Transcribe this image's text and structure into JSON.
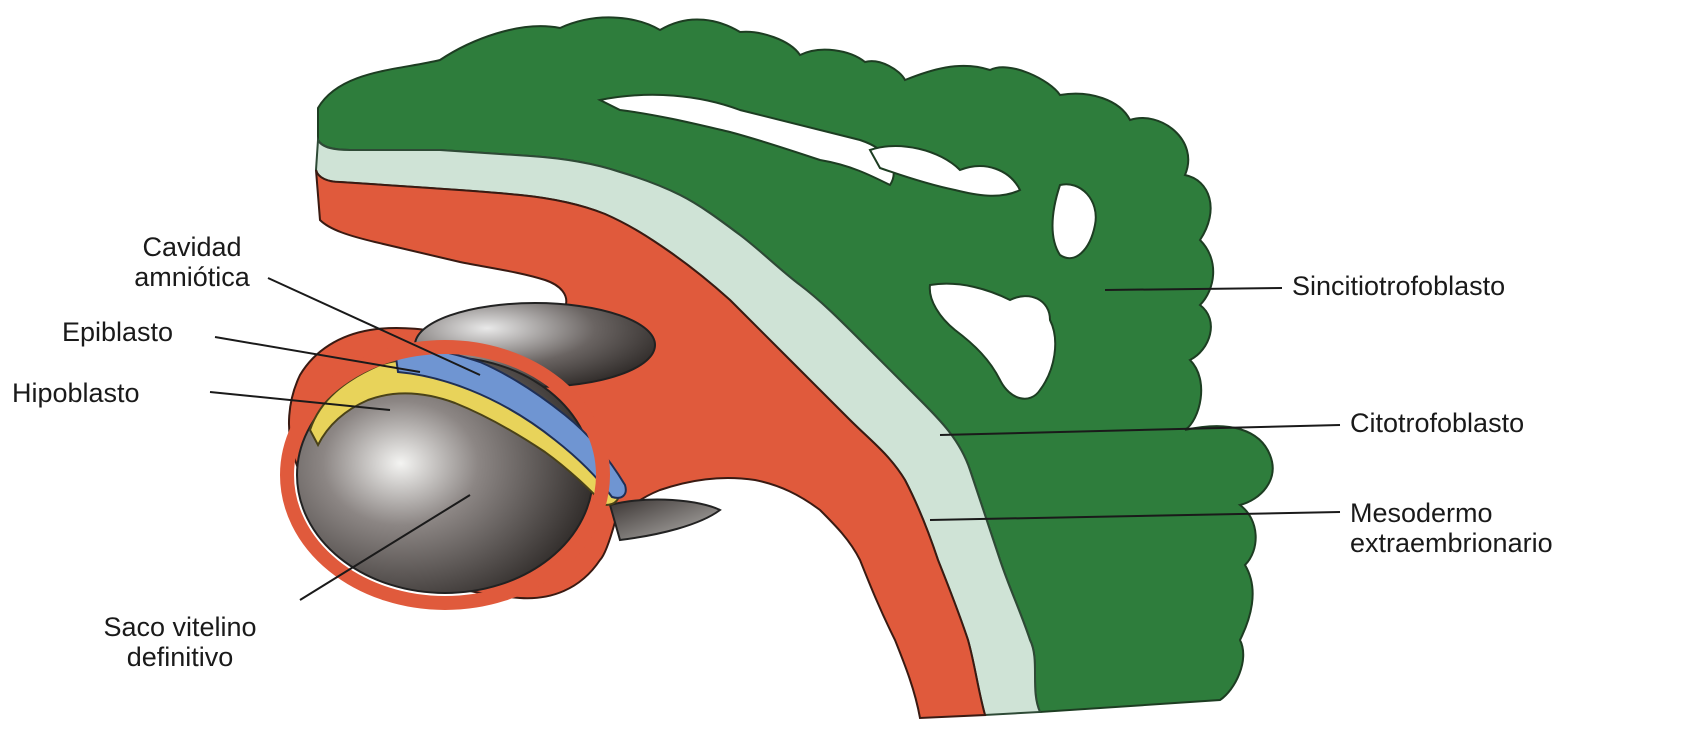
{
  "labels": {
    "cavidad_amniotica": [
      "Cavidad",
      "amniótica"
    ],
    "epiblasto": "Epiblasto",
    "hipoblasto": "Hipoblasto",
    "saco_vitelino": [
      "Saco vitelino",
      "definitivo"
    ],
    "sincitiotrofoblasto": "Sincitiotrofoblasto",
    "citotrofoblasto": "Citotrofoblasto",
    "mesodermo": [
      "Mesodermo",
      "extraembrionario"
    ]
  },
  "colors": {
    "syncytiotrophoblast": "#2e7d3c",
    "cytotrophoblast": "#cfe3d6",
    "mesoderm": "#e05a3c",
    "epiblast": "#6f95d2",
    "hypoblast": "#e8d35a",
    "cavity_dark": "#2a2420",
    "outline": "#222222"
  }
}
